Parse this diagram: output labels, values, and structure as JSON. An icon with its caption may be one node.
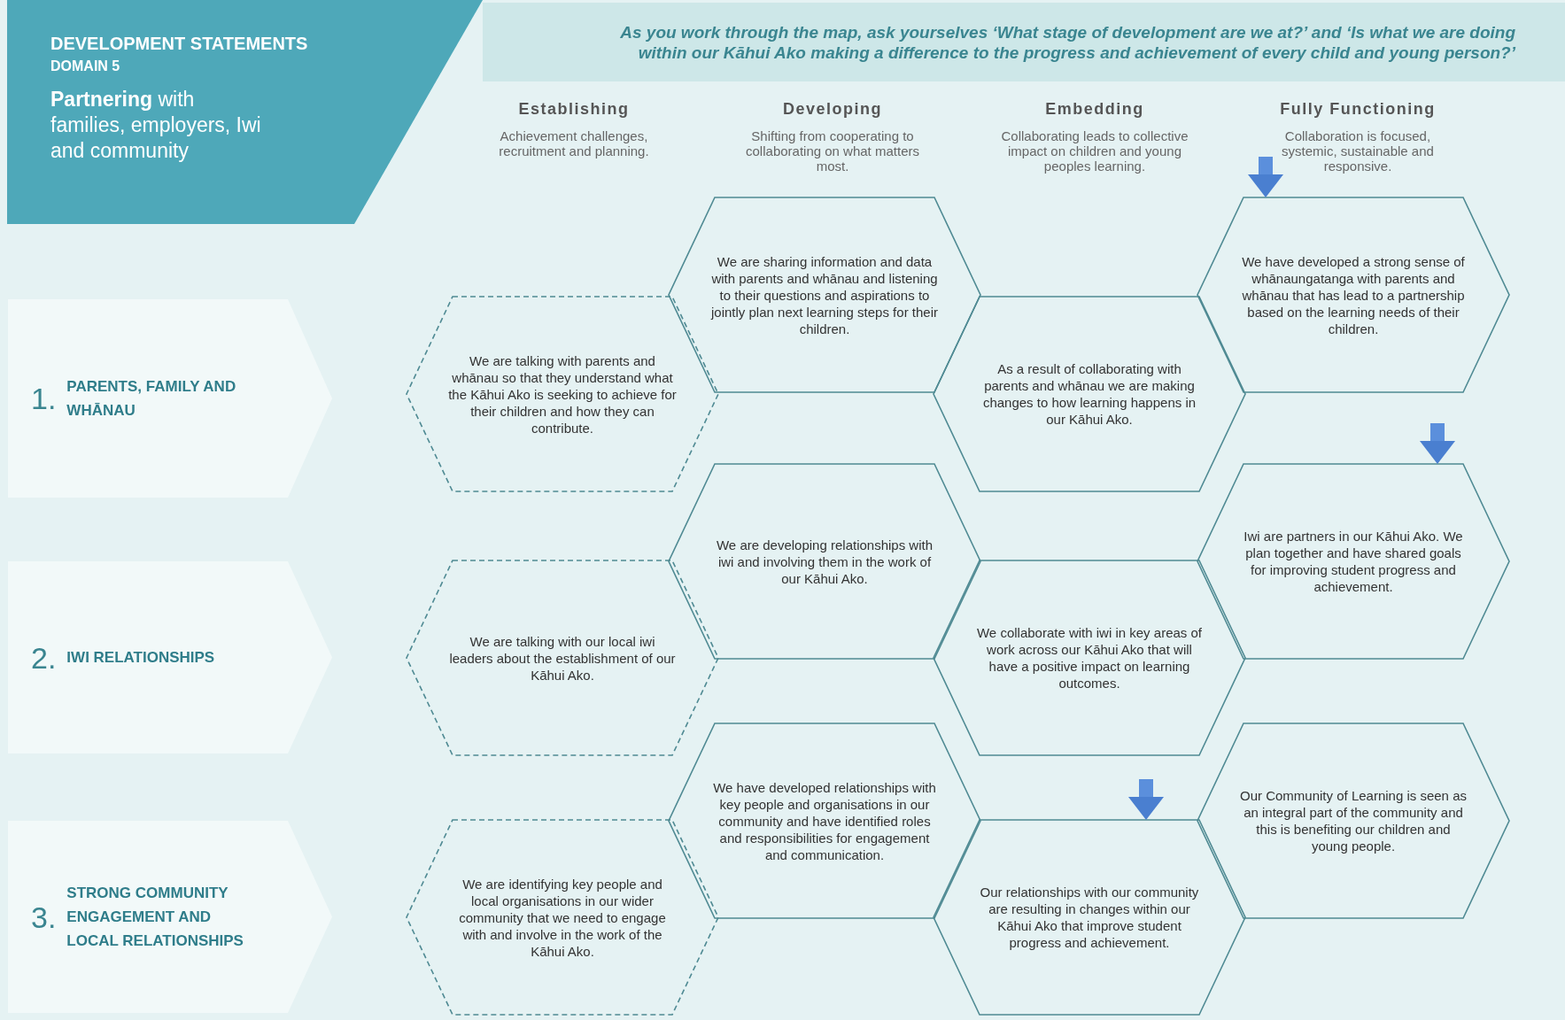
{
  "diagram": {
    "nodes": [
      {
        "text": [
          "DEVELOPMENT STATEMENTS",
          "DOMAIN 5",
          "**Partnering** with families, employers, Iwi and community"
        ]
      },
      {
        "text": [
          "As you work through the map, ask yourselves ‘What stage of development are we at?’ and ‘Is what we are doing within our Kāhui Ako making a difference to the progress and achievement of every child and young person?’"
        ]
      },
      {
        "text": [
          "1.",
          "PARENTS, FAMILY AND WHĀNAU"
        ]
      },
      {
        "text": [
          "We are talking with parents and whānau so that they understand what the Kāhui Ako is seeking to achieve for their children and how they can contribute."
        ]
      },
      {
        "text": [
          "We are sharing information and data with parents and whānau and listening to their questions and aspirations to jointly plan next learning steps for their children."
        ]
      },
      {
        "text": [
          "As a result of collaborating with parents and whānau we are making changes to how learning happens in our Kāhui Ako."
        ]
      },
      {
        "text": [
          "We have developed a strong sense of whānaungatanga with parents and whānau that has lead to a partnership based on the learning needs of their children."
        ]
      },
      {
        "text": [
          "2.",
          "IWI RELATIONSHIPS"
        ]
      },
      {
        "text": [
          "We are talking with our local iwi leaders about the establishment of our Kāhui Ako."
        ]
      },
      {
        "text": [
          "We are developing relationships with iwi and involving them in the work of our Kāhui Ako."
        ]
      },
      {
        "text": [
          "We collaborate with iwi in key areas of work across our Kāhui Ako that will have a positive impact on learning outcomes."
        ]
      },
      {
        "text": [
          "Iwi are partners in our Kāhui Ako. We plan together and have shared goals for improving student progress and achievement."
        ]
      },
      {
        "text": [
          "3.",
          "STRONG COMMUNITY ENGAGEMENT AND LOCAL RELATIONSHIPS"
        ]
      },
      {
        "text": [
          "We are identifying key people and local organisations in our wider community that we need to engage with and involve in the work of the Kāhui Ako."
        ]
      },
      {
        "text": [
          "We have developed relationships with key people and organisations in our community and have identified roles and responsibilities for engagement and communication."
        ]
      },
      {
        "text": [
          "Our relationships with our community are resulting in changes within our  Kāhui Ako that improve student progress and achievement."
        ]
      },
      {
        "text": [
          "Our Community of Learning is seen as an integral part of the community and this is benefiting our children and young people."
        ]
      }
    ],
    "edges": [
      {
        "from": null,
        "to": 6,
        "arrow": "to"
      },
      {
        "from": null,
        "to": 11,
        "arrow": "to"
      },
      {
        "from": null,
        "to": 15,
        "arrow": "to"
      }
    ],
    "labels": [
      "Establishing",
      "Achievement challenges, recruitment and planning.",
      "Developing",
      "Shifting from cooperating to collaborating on what matters most.",
      "Embedding",
      "Collaborating leads to collective impact on children and young peoples learning.",
      "Fully Functioning",
      "Collaboration is focused, systemic, sustainable and responsive."
    ]
  }
}
